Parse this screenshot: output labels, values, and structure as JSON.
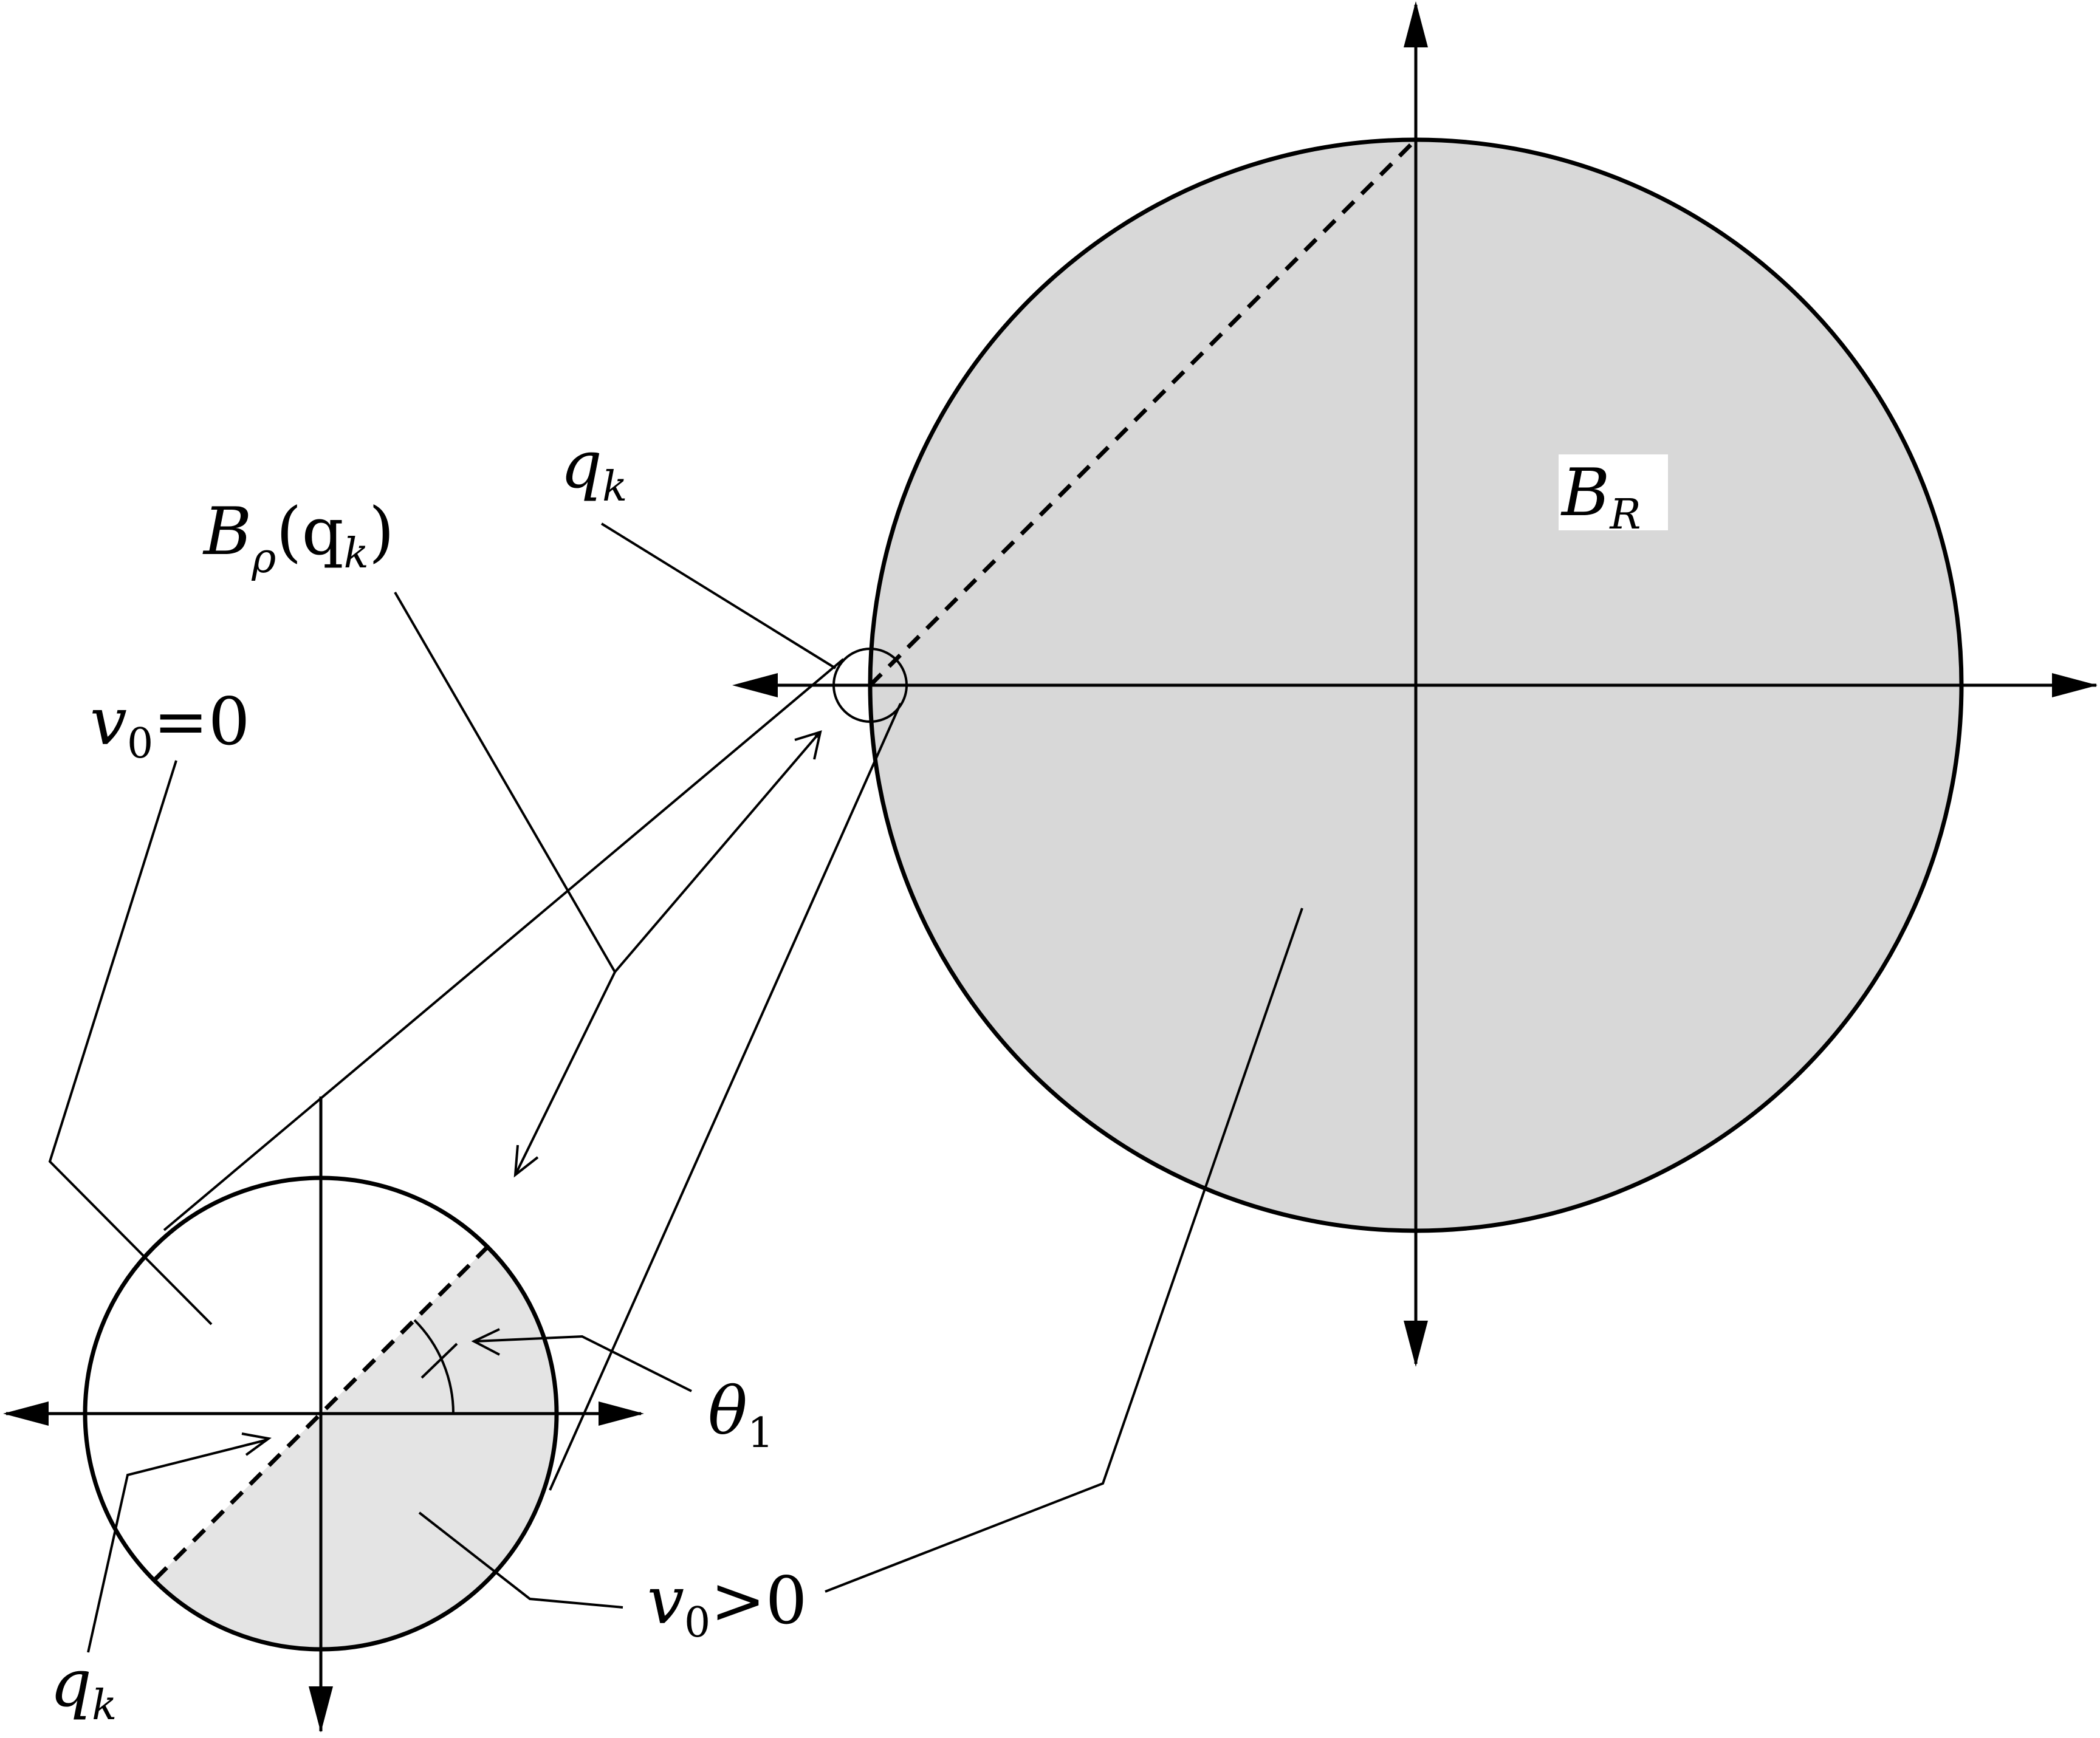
{
  "colors": {
    "big_fill": "#d8d8d8",
    "small_fill": "#e4e4e4",
    "stroke": "#000000",
    "background": "#ffffff"
  },
  "labels": {
    "q_k_top": {
      "main": "q",
      "sub": "k"
    },
    "b_rho": {
      "main": "B",
      "sub": "ρ",
      "tail_open": "(q",
      "tail_sub": "k",
      "tail_close": ")"
    },
    "b_r": {
      "main": "B",
      "sub": "R"
    },
    "v0_zero": {
      "main": "v",
      "sub": "0",
      "tail": "=0"
    },
    "theta": {
      "main": "θ",
      "sub": "1"
    },
    "v0_pos": {
      "main": "v",
      "sub": "0",
      "tail": ">0"
    },
    "q_k_bottom": {
      "main": "q",
      "sub": "k"
    }
  }
}
